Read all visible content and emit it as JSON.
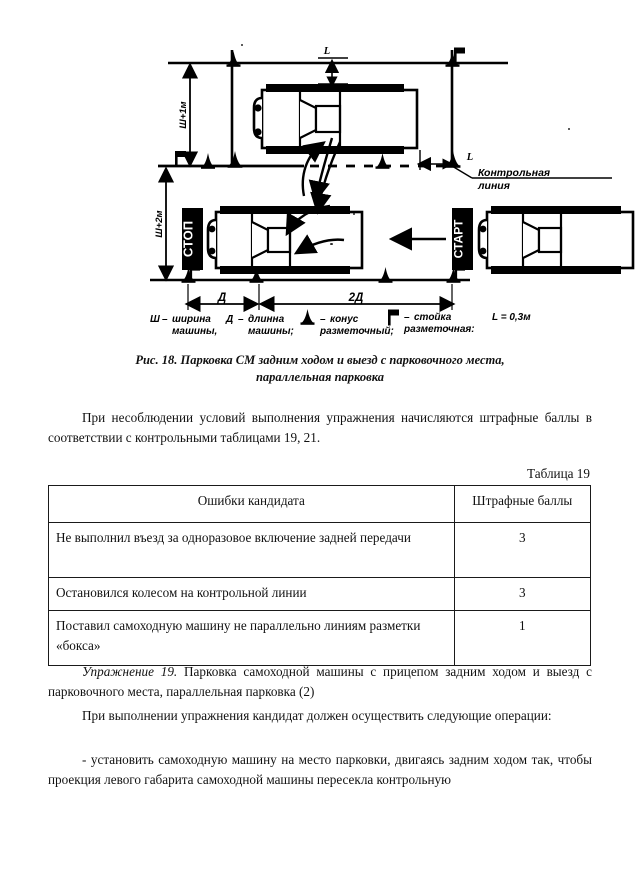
{
  "figure": {
    "name": "parallel-parking-diagram",
    "caption_line1": "Рис. 18. Парковка СМ задним ходом и выезд с парковочного места,",
    "caption_line2": "параллельная парковка",
    "labels": {
      "width_top": "Ш+1м",
      "width_bottom": "Ш+2м",
      "length_first": "Д",
      "length_second": "2Д",
      "offset_top": "L",
      "offset_right": "L",
      "control_line_1": "Контрольная",
      "control_line_2": "линия",
      "stop_marker": "СТОП",
      "start_marker": "СТАРТ"
    },
    "legend": [
      {
        "symbol": "Ш",
        "dash": "–",
        "text_line1": "ширина",
        "text_line2": "машины,"
      },
      {
        "symbol": "Д",
        "dash": "–",
        "text_line1": "длинна",
        "text_line2": "машины;"
      },
      {
        "symbol": "cone-icon",
        "dash": "–",
        "text_line1": "конус",
        "text_line2": "разметочный;"
      },
      {
        "symbol": "post-icon",
        "dash": "–",
        "text_line1": "стойка",
        "text_line2": "разметочная:"
      },
      {
        "symbol": "",
        "dash": "",
        "text_line1": "L = 0,3м",
        "text_line2": ""
      }
    ]
  },
  "paragraphs": {
    "penalty": "При несоблюдении условий выполнения упражнения начисляются штрафные баллы в соответствии с контрольными таблицами 19, 21.",
    "exercise_title": "Упражнение 19.",
    "exercise_rest": "Парковка самоходной машины с прицепом задним ходом и выезд с парковочного места, параллельная парковка (2)",
    "operations": "При выполнении упражнения кандидат должен осуществить следующие операции:",
    "install": "- установить самоходную машину на место парковки, двигаясь задним ходом так, чтобы проекция левого габарита самоходной машины пересекла контрольную"
  },
  "table": {
    "label": "Таблица 19",
    "headers": {
      "errors": "Ошибки кандидата",
      "points": "Штрафные баллы"
    },
    "rows": [
      {
        "error": "Не выполнил въезд за одноразовое включение задней передачи",
        "points": "3"
      },
      {
        "error": "Остановился колесом на контрольной линии",
        "points": "3"
      },
      {
        "error": "Поставил самоходную машину не параллельно линиям разметки «бокса»",
        "points": "1"
      }
    ]
  },
  "colors": {
    "ink": "#111111",
    "line": "#1a1a1a",
    "paper": "#ffffff"
  }
}
